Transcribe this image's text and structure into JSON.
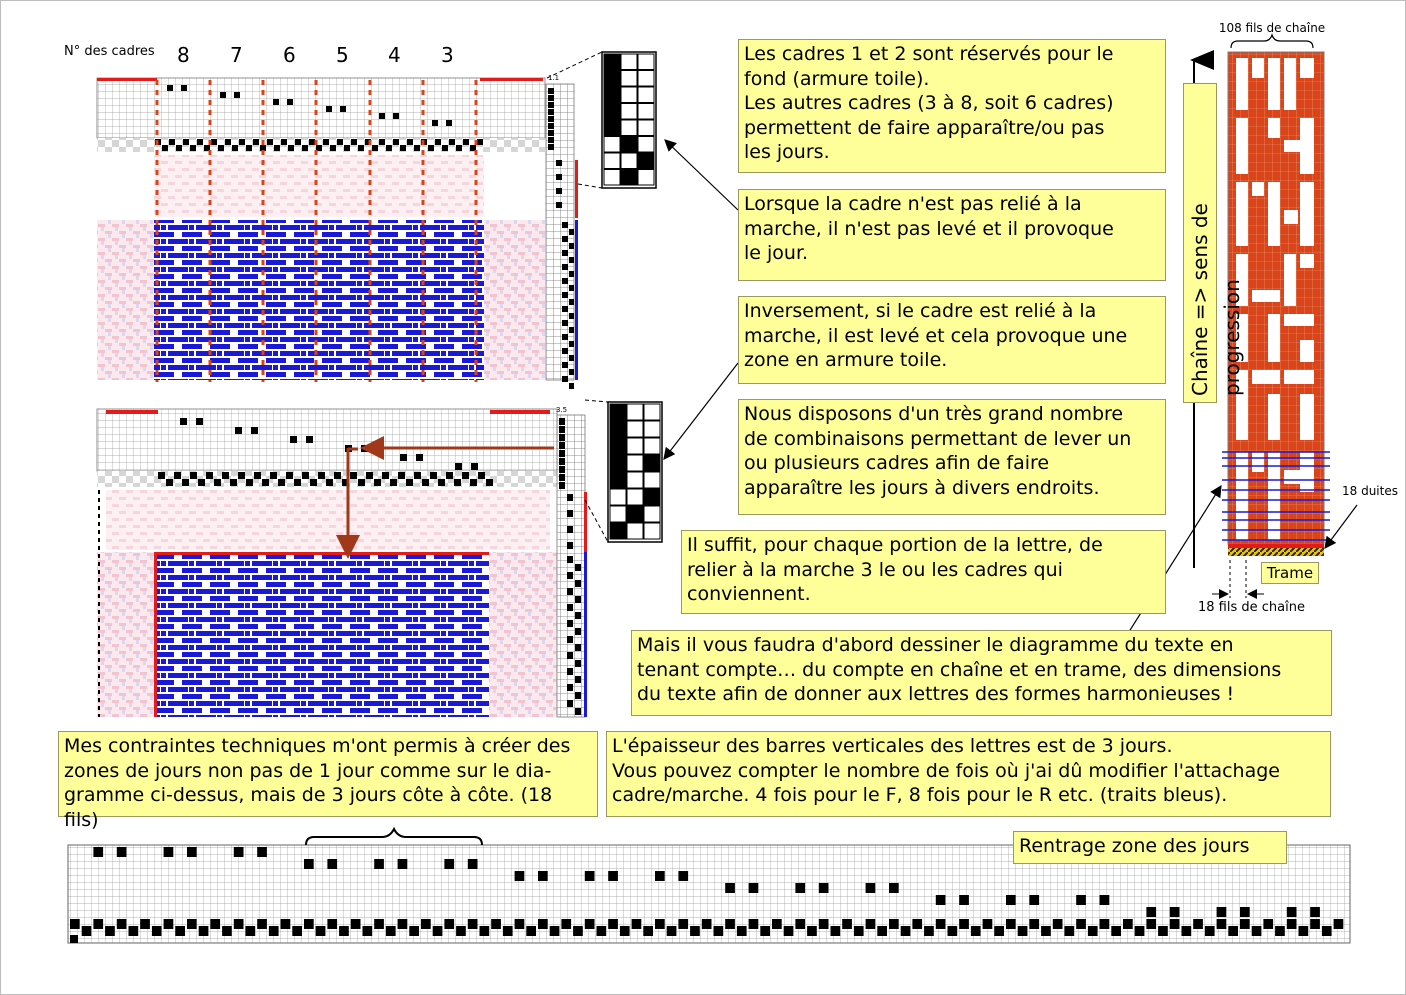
{
  "header": {
    "cadres_label": "N° des cadres",
    "frame_numbers": [
      "8",
      "7",
      "6",
      "5",
      "4",
      "3"
    ]
  },
  "notes": {
    "reserved": "Les cadres 1 et 2 sont réservés pour le\nfond (armure toile).\nLes autres cadres (3 à 8, soit 6 cadres)\npermettent de faire apparaître/ou pas\nles jours.",
    "not_linked": "Lorsque la cadre n'est pas relié à la\nmarche, il n'est pas levé et il provoque\nle jour.",
    "linked": "Inversement, si le cadre est relié à la\nmarche, il est levé et cela provoque une\nzone en armure toile.",
    "combinations": "Nous disposons d'un très grand nombre\nde combinaisons permettant de lever un\nou plusieurs cadres afin de faire\napparaître les jours à divers endroits.",
    "suffit": "Il suffit, pour chaque portion de la lettre, de\nrelier à la marche 3 le ou les cadres qui\nconviennent.",
    "diagram": "Mais il vous faudra d'abord dessiner le diagramme du texte en\ntenant compte… du compte en chaîne et en trame, des dimensions\ndu texte afin de donner aux lettres des formes harmonieuses !",
    "contraintes": "Mes contraintes techniques m'ont permis à créer des\nzones de jours non pas de 1 jour comme sur le dia-\ngramme ci-dessus, mais de 3 jours côte à côte. (18 fils)",
    "epaisseur": "L'épaisseur des barres verticales des lettres est de 3 jours.\nVous pouvez compter le nombre de fois où j'ai dû modifier l'attachage\ncadre/marche. 4 fois pour le F, 8 fois pour le R etc. (traits bleus).",
    "rentrage": "Rentrage zone des jours"
  },
  "right_panel": {
    "warp_count_label": "108 fils de chaîne",
    "progression_label": "Chaîne => sens de progression",
    "duites_label": "18 duites",
    "trame_label": "Trame",
    "warp18_label": "18 fils de chaîne"
  },
  "drafts": {
    "top_id": "1.1",
    "bottom_id": "3.5"
  },
  "colors": {
    "note_fill": "#ffff99",
    "weave_blue": "#1a1ad6",
    "red_marker": "#e31b1b",
    "warp_orange": "#d9441a",
    "arrow_brown": "#a0391a",
    "pink_ground": "#f4d4dc"
  }
}
